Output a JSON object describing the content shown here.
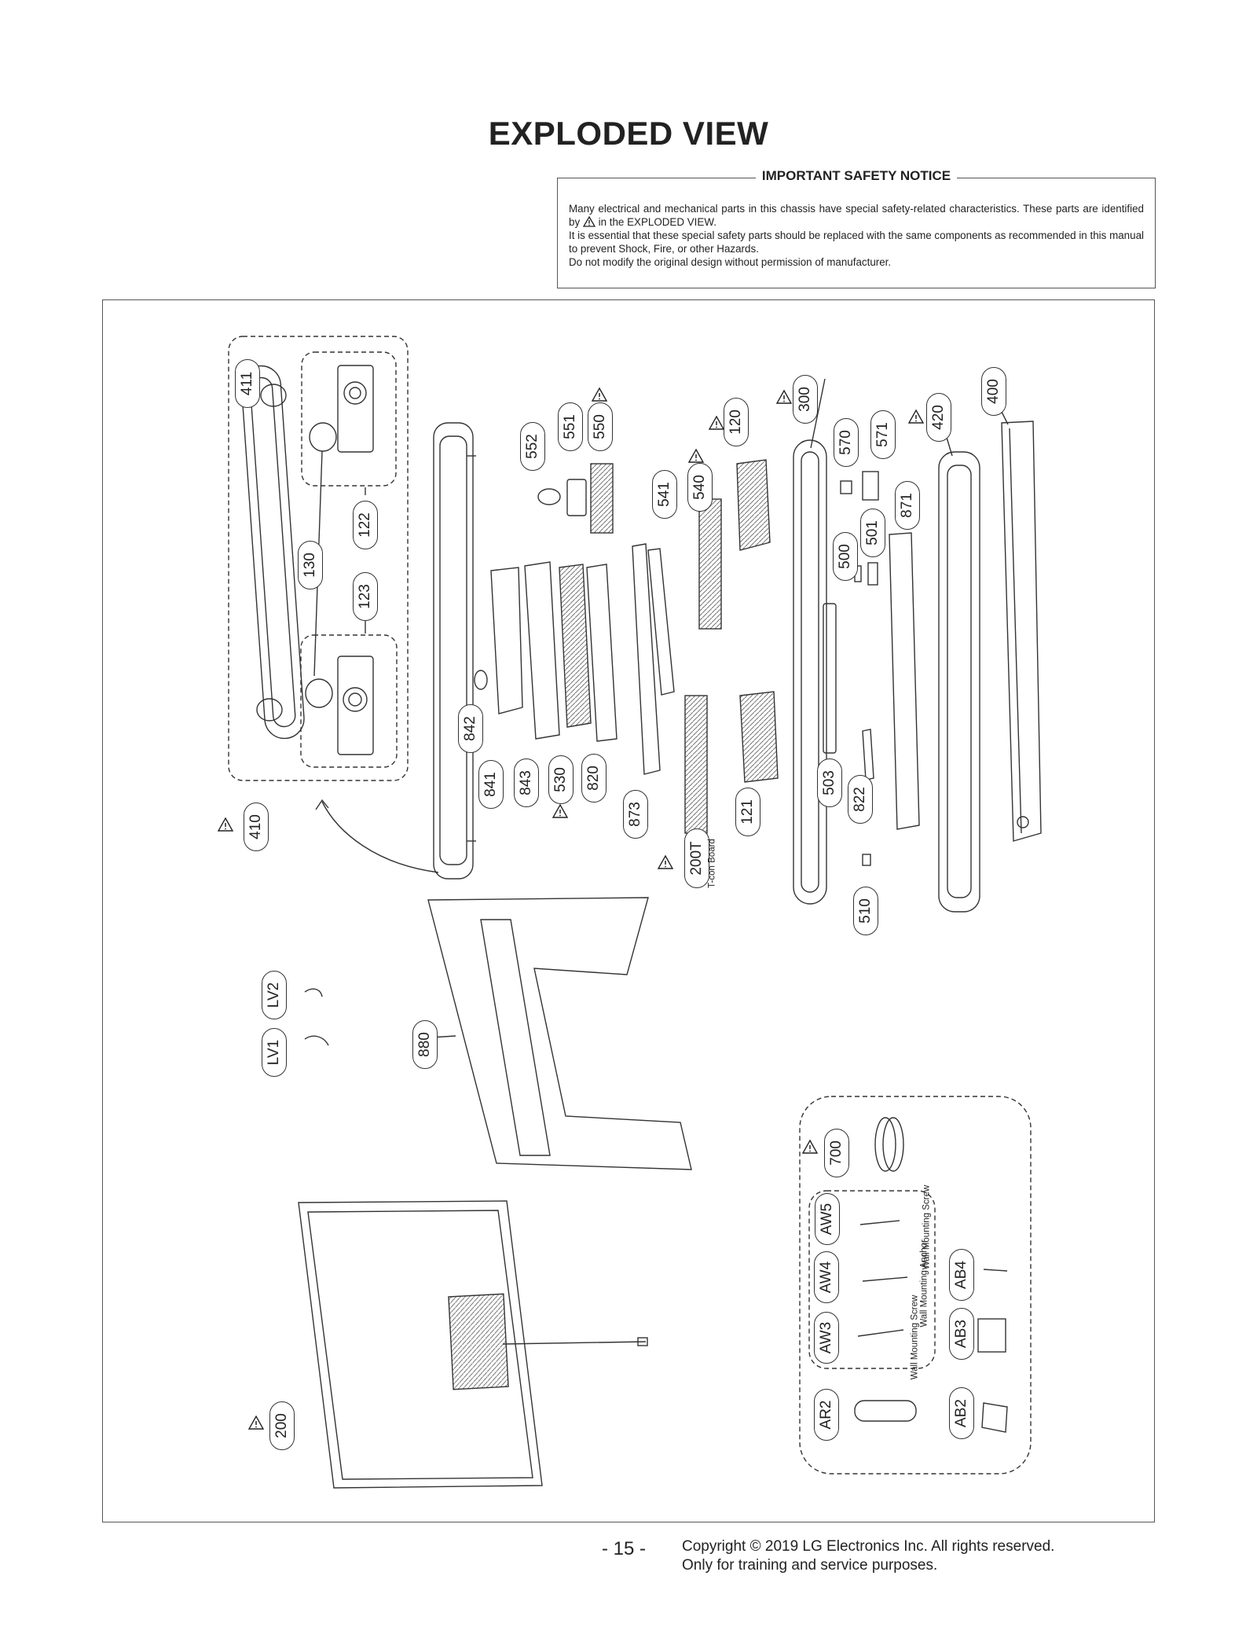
{
  "title": "EXPLODED VIEW",
  "notice": {
    "heading": "IMPORTANT SAFETY NOTICE",
    "line1a": "Many electrical and mechanical parts in this chassis have special safety-related characteristics. These parts are identified by",
    "line1b": "in the EXPLODED VIEW.",
    "line2": "It is essential that these special safety parts should be replaced with the same components as recommended in this manual to prevent Shock, Fire, or other Hazards.",
    "line3": "Do not modify the original design without permission of manufacturer."
  },
  "callouts": {
    "p411": "411",
    "p130": "130",
    "p122": "122",
    "p123": "123",
    "p410": "410",
    "p552": "552",
    "p551": "551",
    "p550": "550",
    "p120": "120",
    "p300": "300",
    "p570": "570",
    "p571": "571",
    "p420": "420",
    "p400": "400",
    "p541": "541",
    "p540": "540",
    "p871": "871",
    "p500": "500",
    "p501": "501",
    "p842": "842",
    "p841": "841",
    "p843": "843",
    "p530": "530",
    "p820": "820",
    "p873": "873",
    "p200T": "200T",
    "p121": "121",
    "p503": "503",
    "p822": "822",
    "p510": "510",
    "pLV2": "LV2",
    "pLV1": "LV1",
    "p880": "880",
    "p700": "700",
    "pAW5": "AW5",
    "pAW4": "AW4",
    "pAW3": "AW3",
    "pAB4": "AB4",
    "pAB3": "AB3",
    "pAR2": "AR2",
    "pAB2": "AB2",
    "p200": "200"
  },
  "labels": {
    "tcon": "T-con Board",
    "aw5": "Wall Mounting Screw",
    "aw4": "Wall Mounting Anchor",
    "aw3": "Wall Mounting Screw"
  },
  "footer": {
    "page": "- 15 -",
    "copyright": "Copyright © 2019 LG Electronics Inc. All rights reserved.",
    "training": "Only for training and service purposes."
  }
}
